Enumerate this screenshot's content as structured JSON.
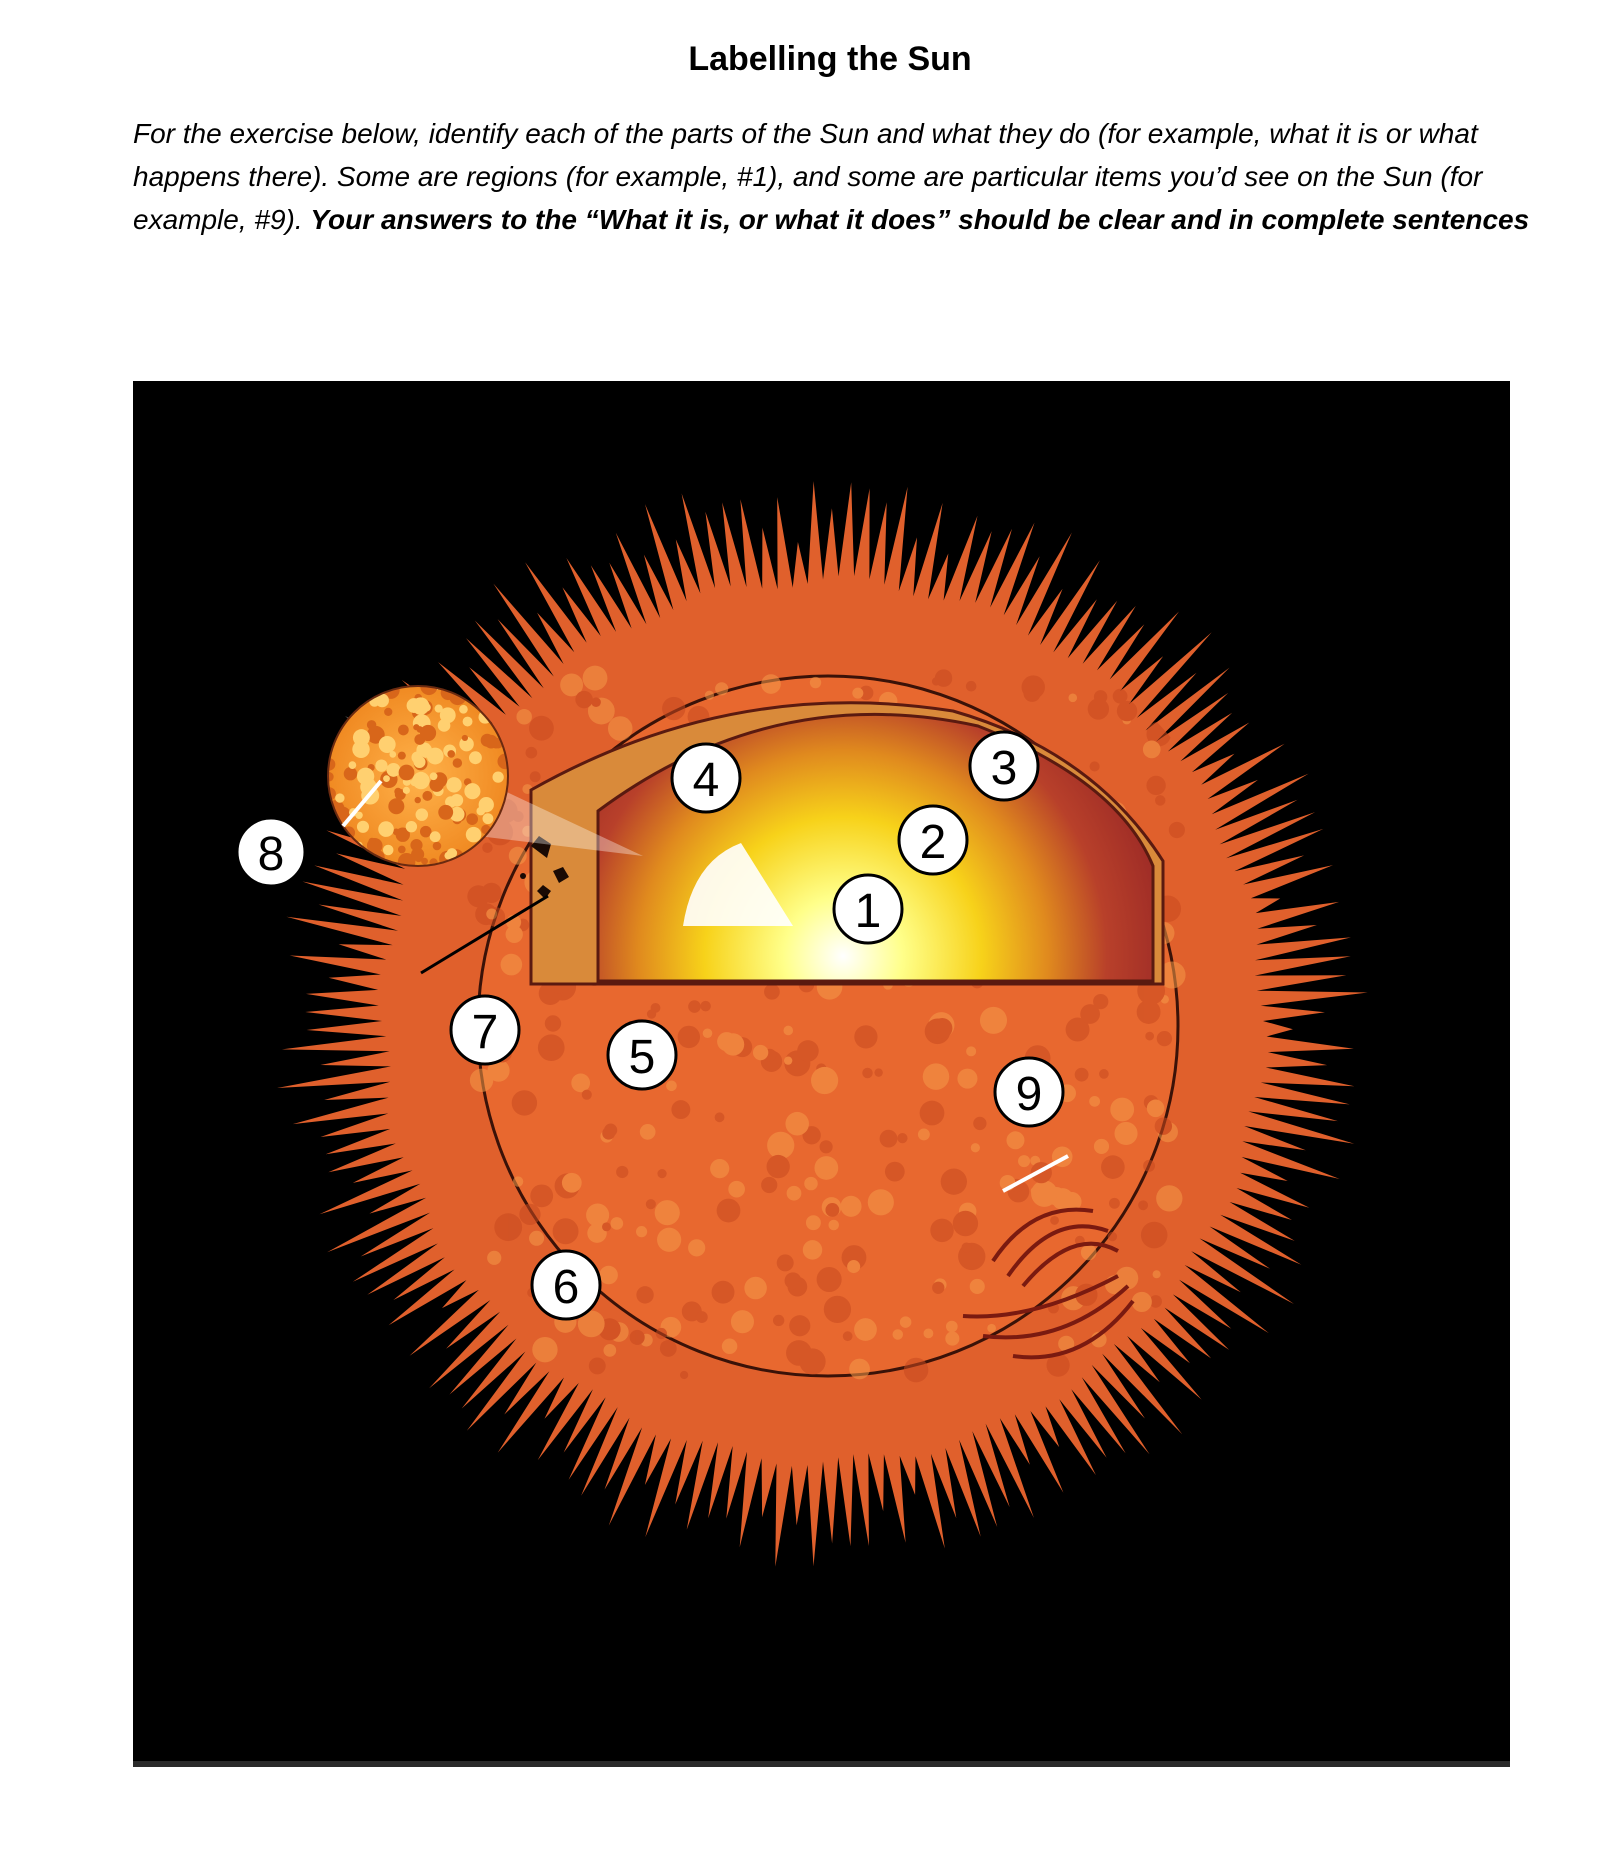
{
  "title": "Labelling the Sun",
  "instructions": {
    "part1": "For the exercise below, identify each of the parts of the Sun and what they do (for example, what it is or what happens there).  Some are regions (for example, #1), and some are particular items you’d see on the Sun (for example, #9). ",
    "part2_bold": "Your answers to the “What it is, or what it does” should be clear and in complete sentences"
  },
  "diagram": {
    "labels": [
      "1",
      "2",
      "3",
      "4",
      "5",
      "6",
      "7",
      "8",
      "9"
    ]
  },
  "colors": {
    "background": "#000000",
    "corona": "#e0602c",
    "photosphere": "#e86a30",
    "core": "#ffffff",
    "radiative_zone": "#f5d21a",
    "convective_zone": "#b03028"
  }
}
